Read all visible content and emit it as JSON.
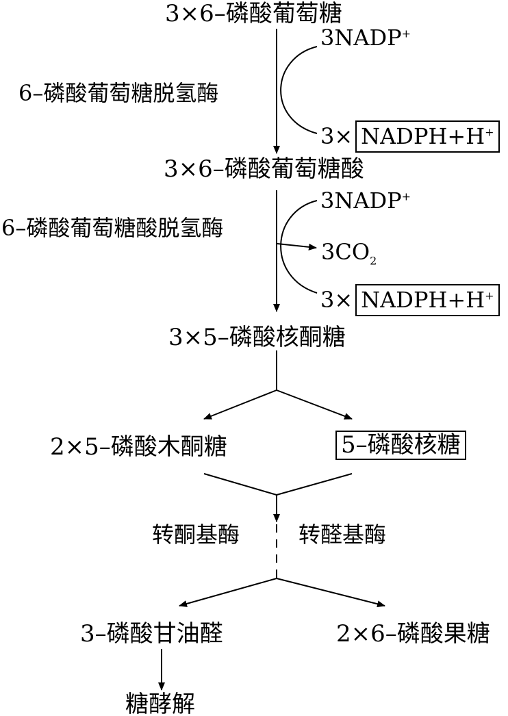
{
  "metabolites": {
    "g6p": "3×6–磷酸葡萄糖",
    "gluconate": "3×6–磷酸葡萄糖酸",
    "ru5p": "3×5–磷酸核酮糖",
    "xu5p": "2×5–磷酸木酮糖",
    "r5p": "5–磷酸核糖",
    "g3p": "3–磷酸甘油醛",
    "f6p": "2×6–磷酸果糖",
    "glycolysis": "糖酵解"
  },
  "enzymes": {
    "g6pd": "6–磷酸葡萄糖脱氢酶",
    "pgd": "6–磷酸葡萄糖酸脱氢酶",
    "transketolase": "转酮基酶",
    "transaldolase": "转醛基酶"
  },
  "cofactors": {
    "nadp_1": {
      "main": "3NADP",
      "sup": "+"
    },
    "nadph_1": {
      "prefix": "3×",
      "main": "NADPH+H",
      "sup": "+"
    },
    "nadp_2": {
      "main": "3NADP",
      "sup": "+"
    },
    "co2": {
      "main": "3CO",
      "sub": "2"
    },
    "nadph_2": {
      "prefix": "3×",
      "main": "NADPH+H",
      "sup": "+"
    }
  }
}
